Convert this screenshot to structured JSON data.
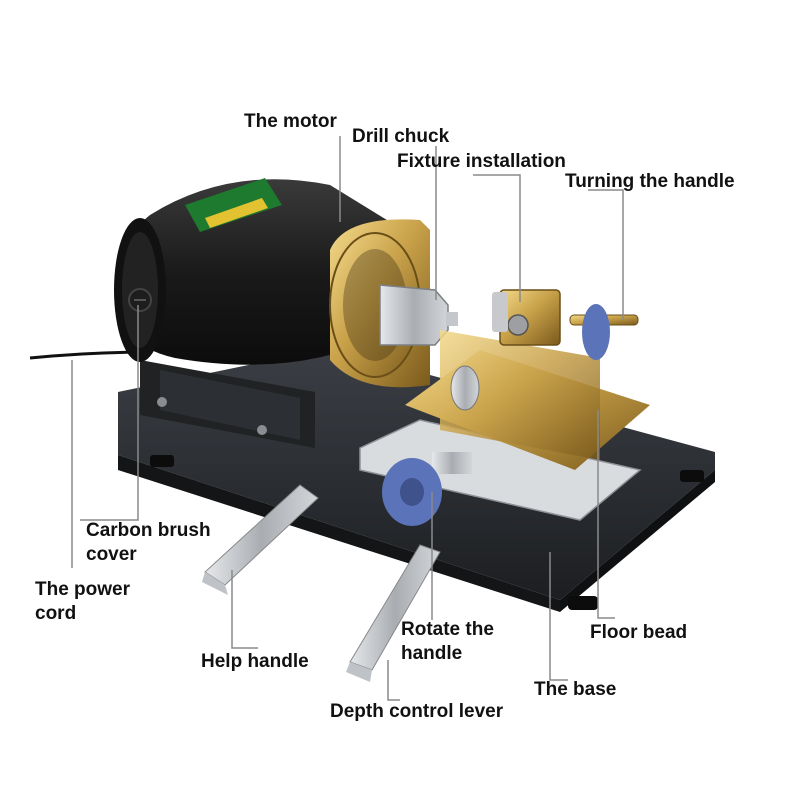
{
  "labels": {
    "motor": "The motor",
    "drill_chuck": "Drill chuck",
    "fixture_installation": "Fixture installation",
    "turning_handle": "Turning the handle",
    "carbon_brush_cover_1": "Carbon brush",
    "carbon_brush_cover_2": "cover",
    "power_cord_1": "The power",
    "power_cord_2": "cord",
    "help_handle": "Help handle",
    "rotate_handle_1": "Rotate the",
    "rotate_handle_2": "handle",
    "floor_bead": "Floor bead",
    "the_base": "The base",
    "depth_control_lever": "Depth control lever"
  },
  "colors": {
    "leader_line": "#8a8a8a",
    "label_text": "#111111",
    "motor_body": "#1a1a1a",
    "brass": "#c9a24a",
    "base": "#2a2d31",
    "knob": "#5b73b8",
    "motor_sticker": "#1e7a2e"
  }
}
